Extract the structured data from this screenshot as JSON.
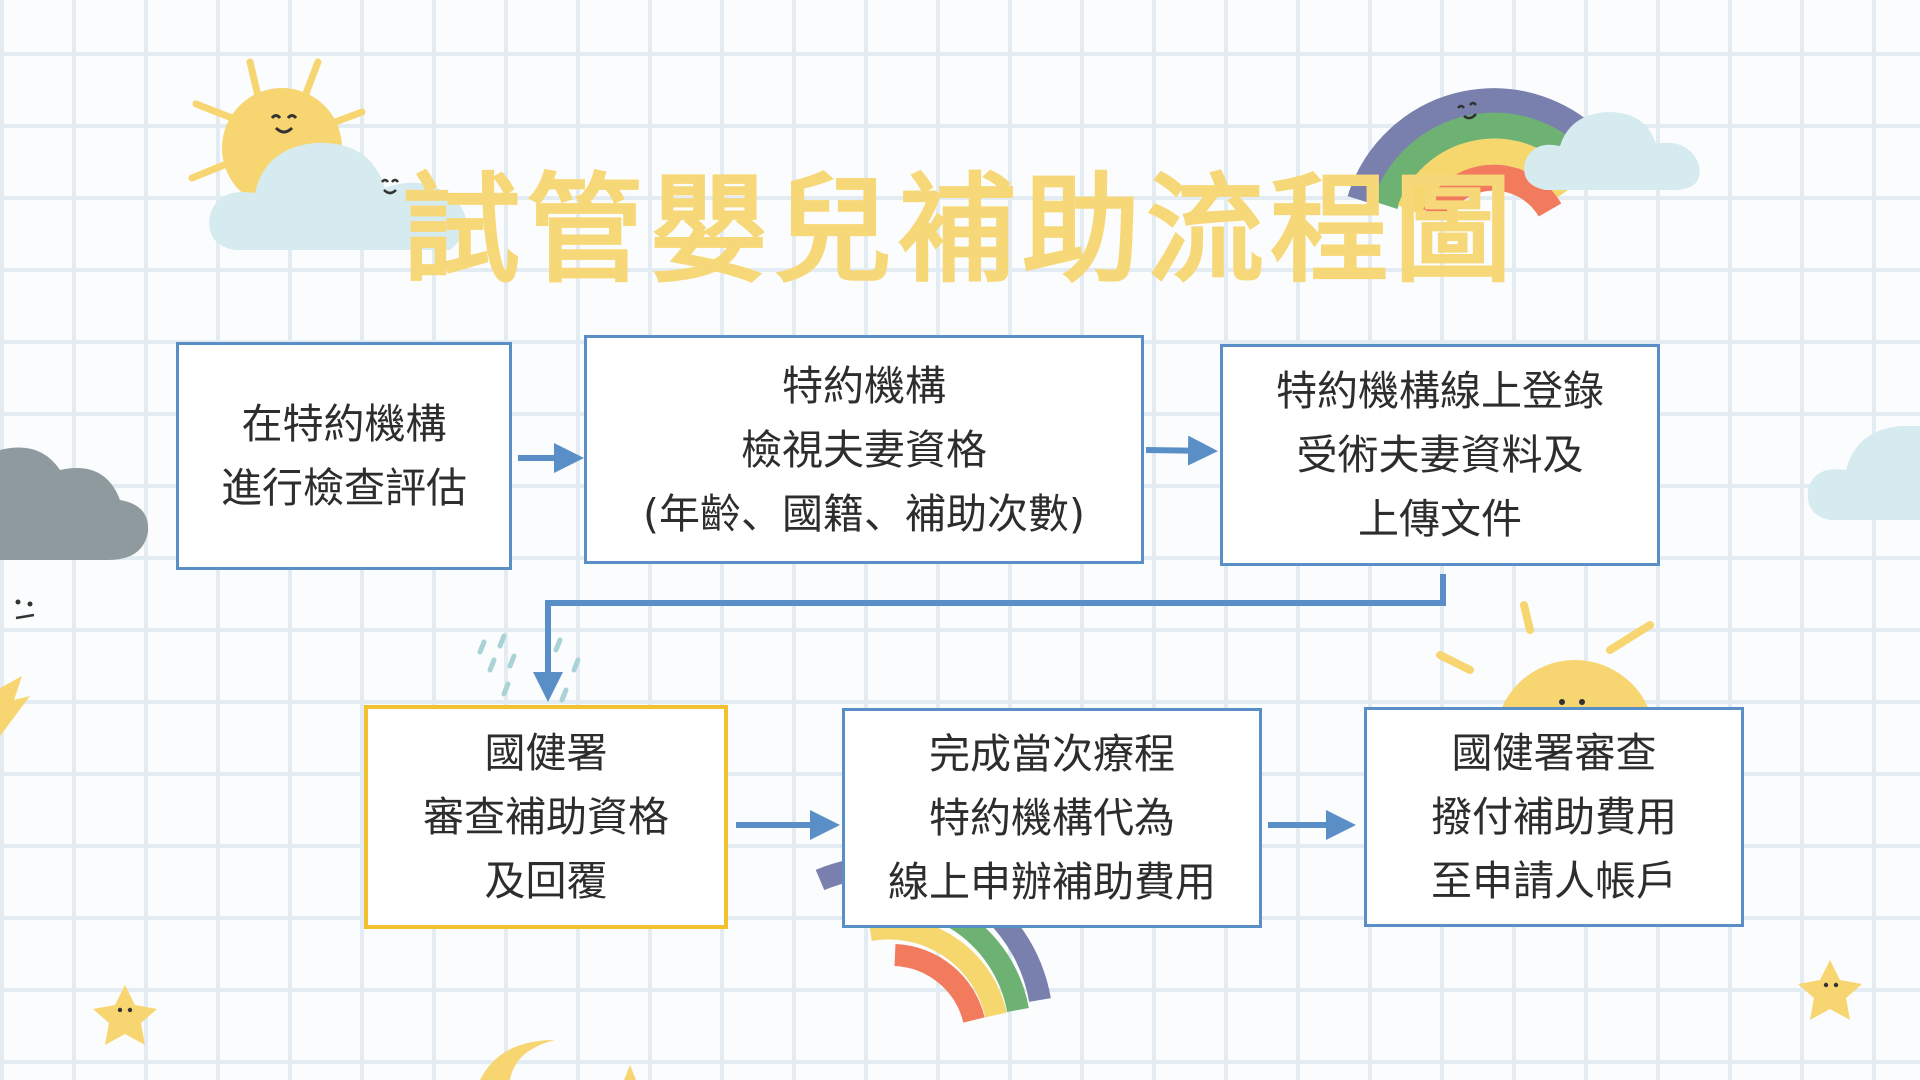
{
  "title": "試管嬰兒補助流程圖",
  "colors": {
    "box_border": "#5a8ec6",
    "highlight_border": "#f2c12e",
    "arrow": "#5a8ec6",
    "title": "#f7d878"
  },
  "steps": [
    {
      "lines": [
        "在特約機構",
        "進行檢查評估"
      ]
    },
    {
      "lines": [
        "特約機構",
        "檢視夫妻資格",
        "(年齡、國籍、補助次數)"
      ]
    },
    {
      "lines": [
        "特約機構線上登錄",
        "受術夫妻資料及",
        "上傳文件"
      ]
    },
    {
      "lines": [
        "國健署",
        "審查補助資格",
        "及回覆"
      ]
    },
    {
      "lines": [
        "完成當次療程",
        "特約機構代為",
        "線上申辦補助費用"
      ]
    },
    {
      "lines": [
        "國健署審查",
        "撥付補助費用",
        "至申請人帳戶"
      ]
    }
  ],
  "icons": [
    "sun-icon",
    "cloud-icon",
    "rainbow-icon",
    "rain-cloud-icon",
    "lightning-icon",
    "star-icon",
    "moon-icon"
  ]
}
